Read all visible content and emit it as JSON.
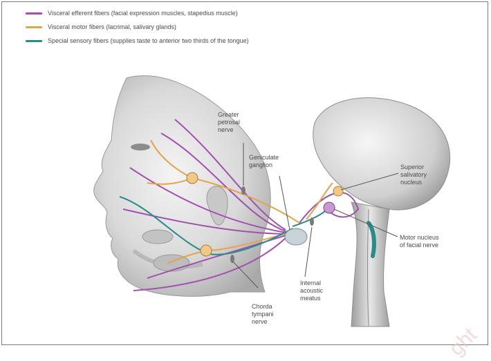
{
  "legend": [
    {
      "color": "#a24fae",
      "label": "Visceral efferent fibers (facial expression muscles, stapedius muscle)"
    },
    {
      "color": "#e3a54a",
      "label": "Visceral motor fibers (lacrimal, salivary glands)"
    },
    {
      "color": "#2a8c8a",
      "label": "Special sensory fibers (supplies taste to anterior two thirds of the tongue)"
    }
  ],
  "labels": {
    "greater_petrosal_nerve": "Greater\npetrosal\nnerve",
    "geniculate_ganglion": "Geniculate\nganglion",
    "superior_salivatory_nucleus": "Superior\nsalivatory\nnucleus",
    "motor_nucleus": "Motor nucleus\nof facial nerve",
    "internal_acoustic_meatus": "Internal\nacoustic\nmeatus",
    "chorda_tympani_nerve": "Chorda\ntympani\nnerve"
  },
  "watermark": "ght",
  "colors": {
    "purple": "#a24fae",
    "orange": "#e3a54a",
    "teal": "#2a8c8a"
  }
}
